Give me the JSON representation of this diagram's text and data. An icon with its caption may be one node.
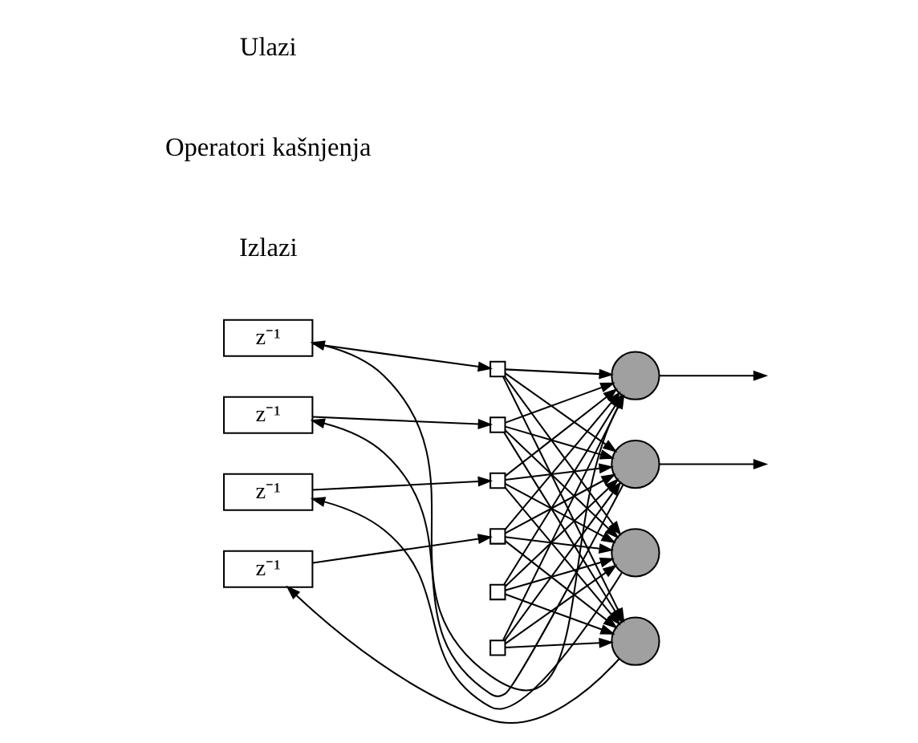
{
  "diagram": {
    "nodes": [
      {
        "text": [
          "z⁻¹"
        ]
      },
      {
        "text": [
          "z⁻¹"
        ]
      },
      {
        "text": [
          "z⁻¹"
        ]
      },
      {
        "text": [
          "z⁻¹"
        ]
      },
      {
        "text": [],
        "shape": "box"
      },
      {
        "text": [],
        "shape": "box"
      },
      {
        "text": [],
        "shape": "box"
      },
      {
        "text": [],
        "shape": "box"
      },
      {
        "text": [],
        "shape": "box"
      },
      {
        "text": [],
        "shape": "box"
      },
      {
        "text": [],
        "shape": "circle"
      },
      {
        "text": [],
        "shape": "circle"
      },
      {
        "text": [],
        "shape": "circle"
      },
      {
        "text": [],
        "shape": "circle"
      }
    ],
    "edges": [
      {
        "from": 0,
        "to": 4,
        "arrow": "to"
      },
      {
        "from": 1,
        "to": 5,
        "arrow": "to"
      },
      {
        "from": 2,
        "to": 6,
        "arrow": "to"
      },
      {
        "from": 3,
        "to": 7,
        "arrow": "to"
      },
      {
        "from": 4,
        "to": 10,
        "arrow": "to"
      },
      {
        "from": 4,
        "to": 11,
        "arrow": "to"
      },
      {
        "from": 4,
        "to": 12,
        "arrow": "to"
      },
      {
        "from": 4,
        "to": 13,
        "arrow": "to"
      },
      {
        "from": 5,
        "to": 10,
        "arrow": "to"
      },
      {
        "from": 5,
        "to": 11,
        "arrow": "to"
      },
      {
        "from": 5,
        "to": 12,
        "arrow": "to"
      },
      {
        "from": 5,
        "to": 13,
        "arrow": "to"
      },
      {
        "from": 6,
        "to": 10,
        "arrow": "to"
      },
      {
        "from": 6,
        "to": 11,
        "arrow": "to"
      },
      {
        "from": 6,
        "to": 12,
        "arrow": "to"
      },
      {
        "from": 6,
        "to": 13,
        "arrow": "to"
      },
      {
        "from": 7,
        "to": 10,
        "arrow": "to"
      },
      {
        "from": 7,
        "to": 11,
        "arrow": "to"
      },
      {
        "from": 7,
        "to": 12,
        "arrow": "to"
      },
      {
        "from": 7,
        "to": 13,
        "arrow": "to"
      },
      {
        "from": 8,
        "to": 10,
        "arrow": "to"
      },
      {
        "from": 8,
        "to": 11,
        "arrow": "to"
      },
      {
        "from": 8,
        "to": 12,
        "arrow": "to"
      },
      {
        "from": 8,
        "to": 13,
        "arrow": "to"
      },
      {
        "from": 9,
        "to": 10,
        "arrow": "to"
      },
      {
        "from": 9,
        "to": 11,
        "arrow": "to"
      },
      {
        "from": 9,
        "to": 12,
        "arrow": "to"
      },
      {
        "from": 9,
        "to": 13,
        "arrow": "to"
      },
      {
        "from": 10,
        "to": 0,
        "arrow": "to"
      },
      {
        "from": 11,
        "to": 1,
        "arrow": "to"
      },
      {
        "from": 12,
        "to": 2,
        "arrow": "to"
      },
      {
        "from": 13,
        "to": 3,
        "arrow": "to"
      },
      {
        "from": 10,
        "to": null,
        "arrow": "to"
      },
      {
        "from": 11,
        "to": null,
        "arrow": "to"
      }
    ],
    "labels": [
      "Izlazi",
      "Operatori kašnjenja",
      "Ulazi"
    ]
  }
}
